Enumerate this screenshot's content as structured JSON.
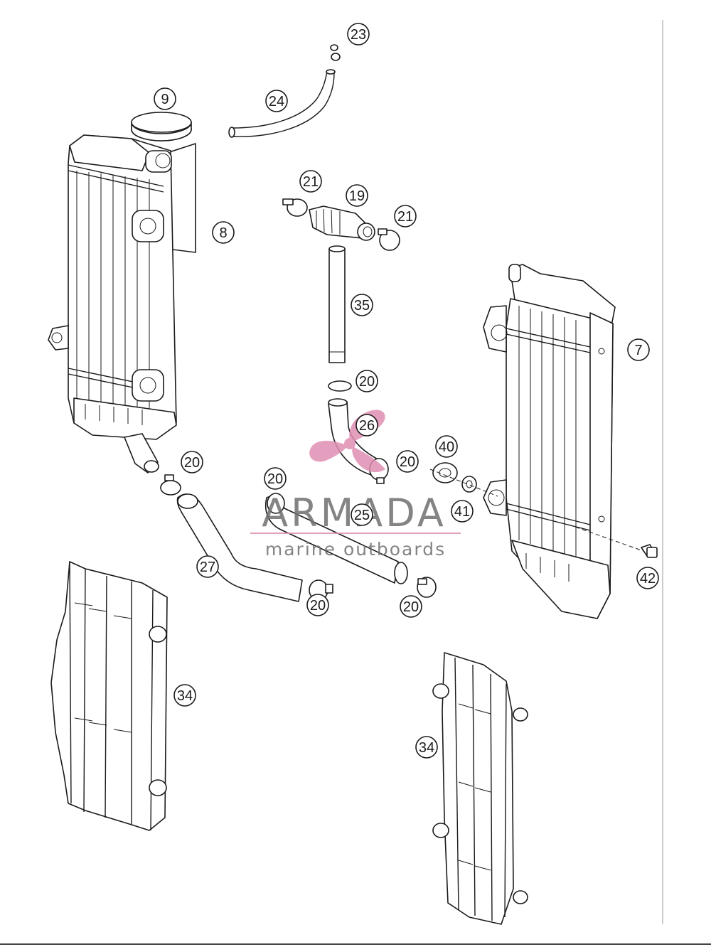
{
  "callouts": {
    "c23": "23",
    "c24": "24",
    "c9": "9",
    "c8": "8",
    "c21a": "21",
    "c19": "19",
    "c21b": "21",
    "c35": "35",
    "c7": "7",
    "c20a": "20",
    "c26": "26",
    "c20b": "20",
    "c40": "40",
    "c20c": "20",
    "c20d": "20",
    "c25": "25",
    "c41": "41",
    "c27": "27",
    "c20e": "20",
    "c20f": "20",
    "c42": "42",
    "c34a": "34",
    "c34b": "34"
  },
  "watermark": {
    "name": "ARMADA",
    "tagline": "marine outboards",
    "color_pink": "#e08fb4",
    "color_grey": "#6f6f6f"
  }
}
